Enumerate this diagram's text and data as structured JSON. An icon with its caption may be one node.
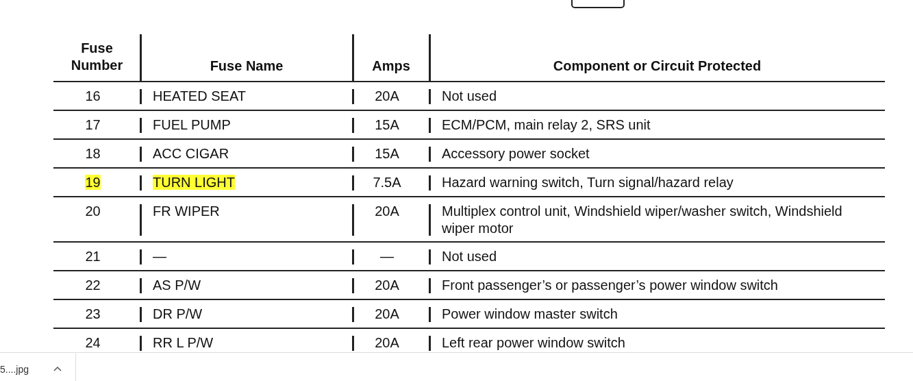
{
  "diagram": {
    "labels": [
      "Fuse Number",
      "Fuse Name",
      "Amps",
      "Component or Circuit Protected",
      "16",
      "HEATED SEAT",
      "20A",
      "Not used",
      "17",
      "FUEL PUMP",
      "15A",
      "ECM/PCM, main relay 2, SRS unit",
      "18",
      "ACC CIGAR",
      "15A",
      "Accessory power socket",
      "19",
      "TURN LIGHT",
      "7.5A",
      "Hazard warning switch, Turn signal/hazard relay",
      "20",
      "FR WIPER",
      "20A",
      "Multiplex control unit, Windshield wiper/washer switch, Windshield wiper motor",
      "21",
      "—",
      "—",
      "Not used",
      "22",
      "AS P/W",
      "20A",
      "Front passenger’s or passenger’s power window switch",
      "23",
      "DR P/W",
      "20A",
      "Power window master switch",
      "24",
      "RR L P/W",
      "20A",
      "Left rear power window switch",
      "5....jpg"
    ]
  }
}
